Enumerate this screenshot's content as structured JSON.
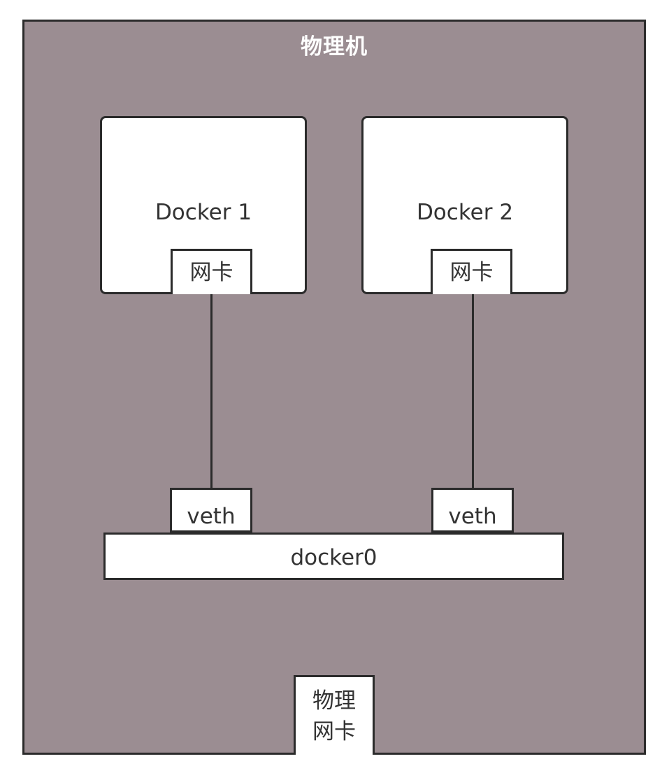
{
  "host": {
    "title": "物理机",
    "background_color": "#9b8d92",
    "border_color": "#2b2b2b"
  },
  "containers": [
    {
      "label": "Docker 1",
      "nic_label": "网卡",
      "veth_label": "veth"
    },
    {
      "label": "Docker 2",
      "nic_label": "网卡",
      "veth_label": "veth"
    }
  ],
  "bridge": {
    "label": "docker0"
  },
  "physical_nic": {
    "line1": "物理",
    "line2": "网卡"
  }
}
